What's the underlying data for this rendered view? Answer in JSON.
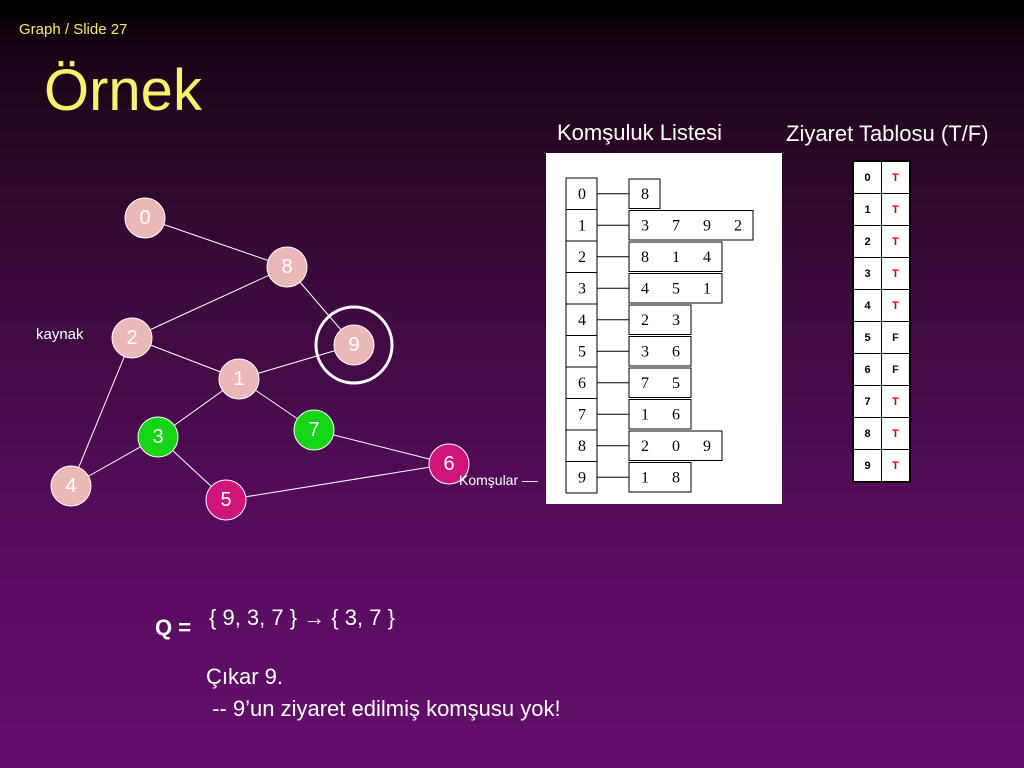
{
  "header": {
    "slide_label": "Graph / Slide 27",
    "title": "Örnek"
  },
  "colors": {
    "title": "#f8f36a",
    "node_default": "#ebb8b8",
    "node_visited_green": "#16d416",
    "node_magenta": "#d0157a",
    "true_value": "#e00000"
  },
  "graph": {
    "source_label": "kaynak",
    "nodes": [
      {
        "id": "0",
        "state": "default"
      },
      {
        "id": "8",
        "state": "default"
      },
      {
        "id": "2",
        "state": "default"
      },
      {
        "id": "9",
        "state": "current"
      },
      {
        "id": "1",
        "state": "default"
      },
      {
        "id": "3",
        "state": "green"
      },
      {
        "id": "7",
        "state": "green"
      },
      {
        "id": "6",
        "state": "magenta"
      },
      {
        "id": "4",
        "state": "default"
      },
      {
        "id": "5",
        "state": "magenta"
      }
    ],
    "edges": [
      [
        "0",
        "8"
      ],
      [
        "8",
        "2"
      ],
      [
        "8",
        "9"
      ],
      [
        "2",
        "1"
      ],
      [
        "1",
        "9"
      ],
      [
        "2",
        "4"
      ],
      [
        "1",
        "3"
      ],
      [
        "1",
        "7"
      ],
      [
        "3",
        "4"
      ],
      [
        "3",
        "5"
      ],
      [
        "7",
        "6"
      ],
      [
        "5",
        "6"
      ]
    ]
  },
  "adjacency": {
    "heading": "Komşuluk Listesi",
    "neighbors_label": "Komşular",
    "rows": [
      {
        "vertex": "0",
        "neighbors": [
          "8"
        ]
      },
      {
        "vertex": "1",
        "neighbors": [
          "3",
          "7",
          "9",
          "2"
        ]
      },
      {
        "vertex": "2",
        "neighbors": [
          "8",
          "1",
          "4"
        ]
      },
      {
        "vertex": "3",
        "neighbors": [
          "4",
          "5",
          "1"
        ]
      },
      {
        "vertex": "4",
        "neighbors": [
          "2",
          "3"
        ]
      },
      {
        "vertex": "5",
        "neighbors": [
          "3",
          "6"
        ]
      },
      {
        "vertex": "6",
        "neighbors": [
          "7",
          "5"
        ]
      },
      {
        "vertex": "7",
        "neighbors": [
          "1",
          "6"
        ]
      },
      {
        "vertex": "8",
        "neighbors": [
          "2",
          "0",
          "9"
        ]
      },
      {
        "vertex": "9",
        "neighbors": [
          "1",
          "8"
        ]
      }
    ]
  },
  "visit_table": {
    "heading": "Ziyaret Tablosu (T/F)",
    "rows": [
      {
        "index": "0",
        "value": "T"
      },
      {
        "index": "1",
        "value": "T"
      },
      {
        "index": "2",
        "value": "T"
      },
      {
        "index": "3",
        "value": "T"
      },
      {
        "index": "4",
        "value": "T"
      },
      {
        "index": "5",
        "value": "F"
      },
      {
        "index": "6",
        "value": "F"
      },
      {
        "index": "7",
        "value": "T"
      },
      {
        "index": "8",
        "value": "T"
      },
      {
        "index": "9",
        "value": "T"
      }
    ]
  },
  "queue": {
    "label": "Q =",
    "value": "{ 9, 3, 7 } → { 3, 7 }"
  },
  "notes": {
    "line1": "Çıkar 9.",
    "line2": " -- 9’un ziyaret edilmiş komşusu yok!"
  }
}
